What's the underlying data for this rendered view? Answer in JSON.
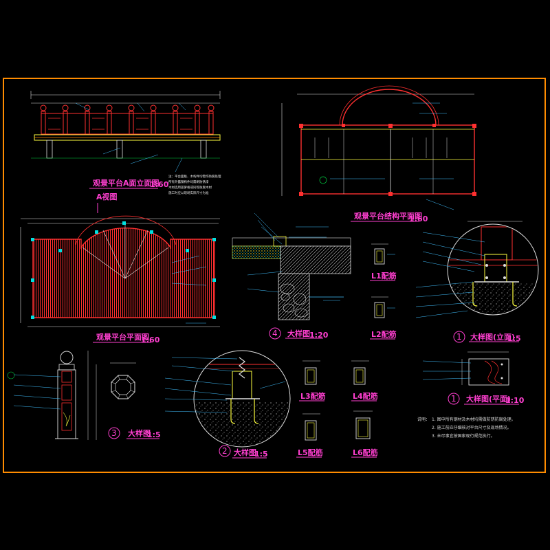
{
  "colors": {
    "background": "#000000",
    "border": "#ff8c00",
    "title": "#ff3fd0",
    "structure": "#ff3030",
    "dimension": "#e0e0e0",
    "concrete": "#ffff40",
    "leader": "#40c0ff",
    "green": "#00d040",
    "cyan": "#00e0e0"
  },
  "views": {
    "elevation": {
      "title": "观景平台A面立面图",
      "scale": "1:60"
    },
    "plan": {
      "title": "观景平台平面图",
      "scale": "1:60",
      "view_mark": "A视图"
    },
    "structure_plan": {
      "title": "观景平台结构平面图",
      "scale": "1:60"
    },
    "detail1_elev": {
      "num": "1",
      "title": "大样图(立面)",
      "scale": "1:5"
    },
    "detail1_plan": {
      "num": "1",
      "title": "大样图(平面)",
      "scale": "1:10"
    },
    "detail2": {
      "num": "2",
      "title": "大样图",
      "scale": "1:5"
    },
    "detail3": {
      "num": "3",
      "title": "大样图",
      "scale": "1:5"
    },
    "detail4": {
      "num": "4",
      "title": "大样图",
      "scale": "1:20"
    }
  },
  "sections": [
    {
      "id": "L1",
      "title": "L1配筋"
    },
    {
      "id": "L2",
      "title": "L2配筋"
    },
    {
      "id": "L3",
      "title": "L3配筋"
    },
    {
      "id": "L4",
      "title": "L4配筋"
    },
    {
      "id": "L5",
      "title": "L5配筋"
    },
    {
      "id": "L6",
      "title": "L6配筋"
    }
  ],
  "notes": {
    "head": "说明：",
    "lines": [
      "1. 图中所有钢材及木材均需做防锈防腐处理。",
      "2. 施工前应仔细核对平台尺寸及现场情况。",
      "3. 未尽事宜按国家现行规范执行。"
    ]
  }
}
